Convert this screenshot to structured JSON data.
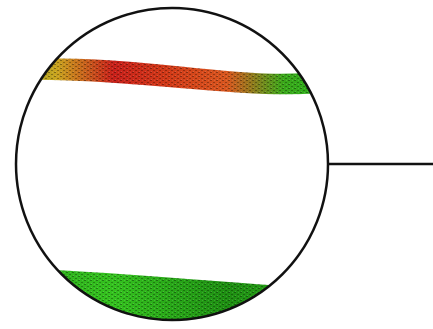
{
  "diagram": {
    "kind": "magnified-detail-callout",
    "bands": [
      {
        "name": "upper-band",
        "gradient": [
          "#7ba428",
          "#c9a41e",
          "#c8201a",
          "#d23b18",
          "#d9561e",
          "#3aa81a",
          "#23b51a"
        ]
      },
      {
        "name": "lower-band",
        "gradient": [
          "#2aa11a",
          "#34c21e",
          "#1e8f12",
          "#2fb01c"
        ]
      }
    ],
    "colors": {
      "outline": "#111111",
      "leader_line": "#111111",
      "background": "#ffffff"
    }
  }
}
